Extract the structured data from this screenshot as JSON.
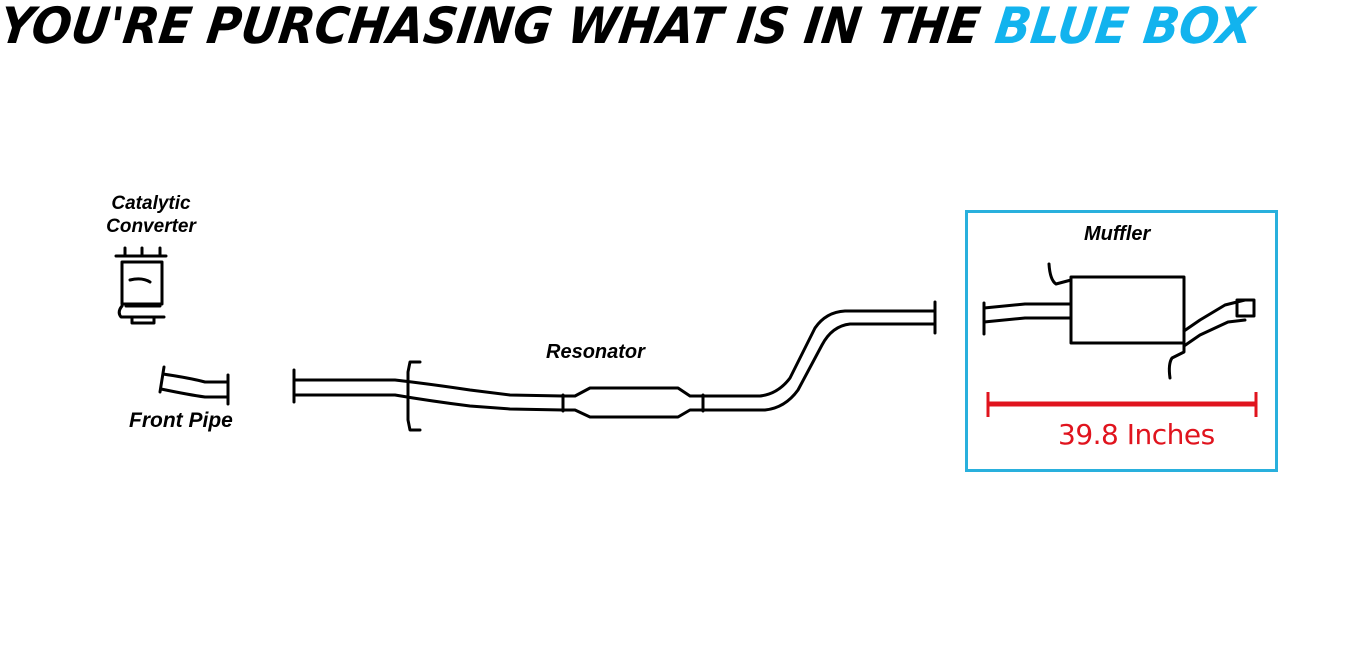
{
  "headline": {
    "prefix": "YOU'RE PURCHASING WHAT IS IN THE ",
    "highlight": "BLUE BOX",
    "colors": {
      "text": "#000000",
      "highlight": "#12b3ee"
    }
  },
  "parts": {
    "catalytic_converter": {
      "line1": "Catalytic",
      "line2": "Converter"
    },
    "front_pipe": "Front Pipe",
    "resonator": "Resonator",
    "muffler": "Muffler"
  },
  "selection_box": {
    "border_color": "#29b0dd"
  },
  "measurement": {
    "label": "39.8 Inches",
    "value": 39.8,
    "unit": "Inches",
    "color": "#e0141e"
  }
}
